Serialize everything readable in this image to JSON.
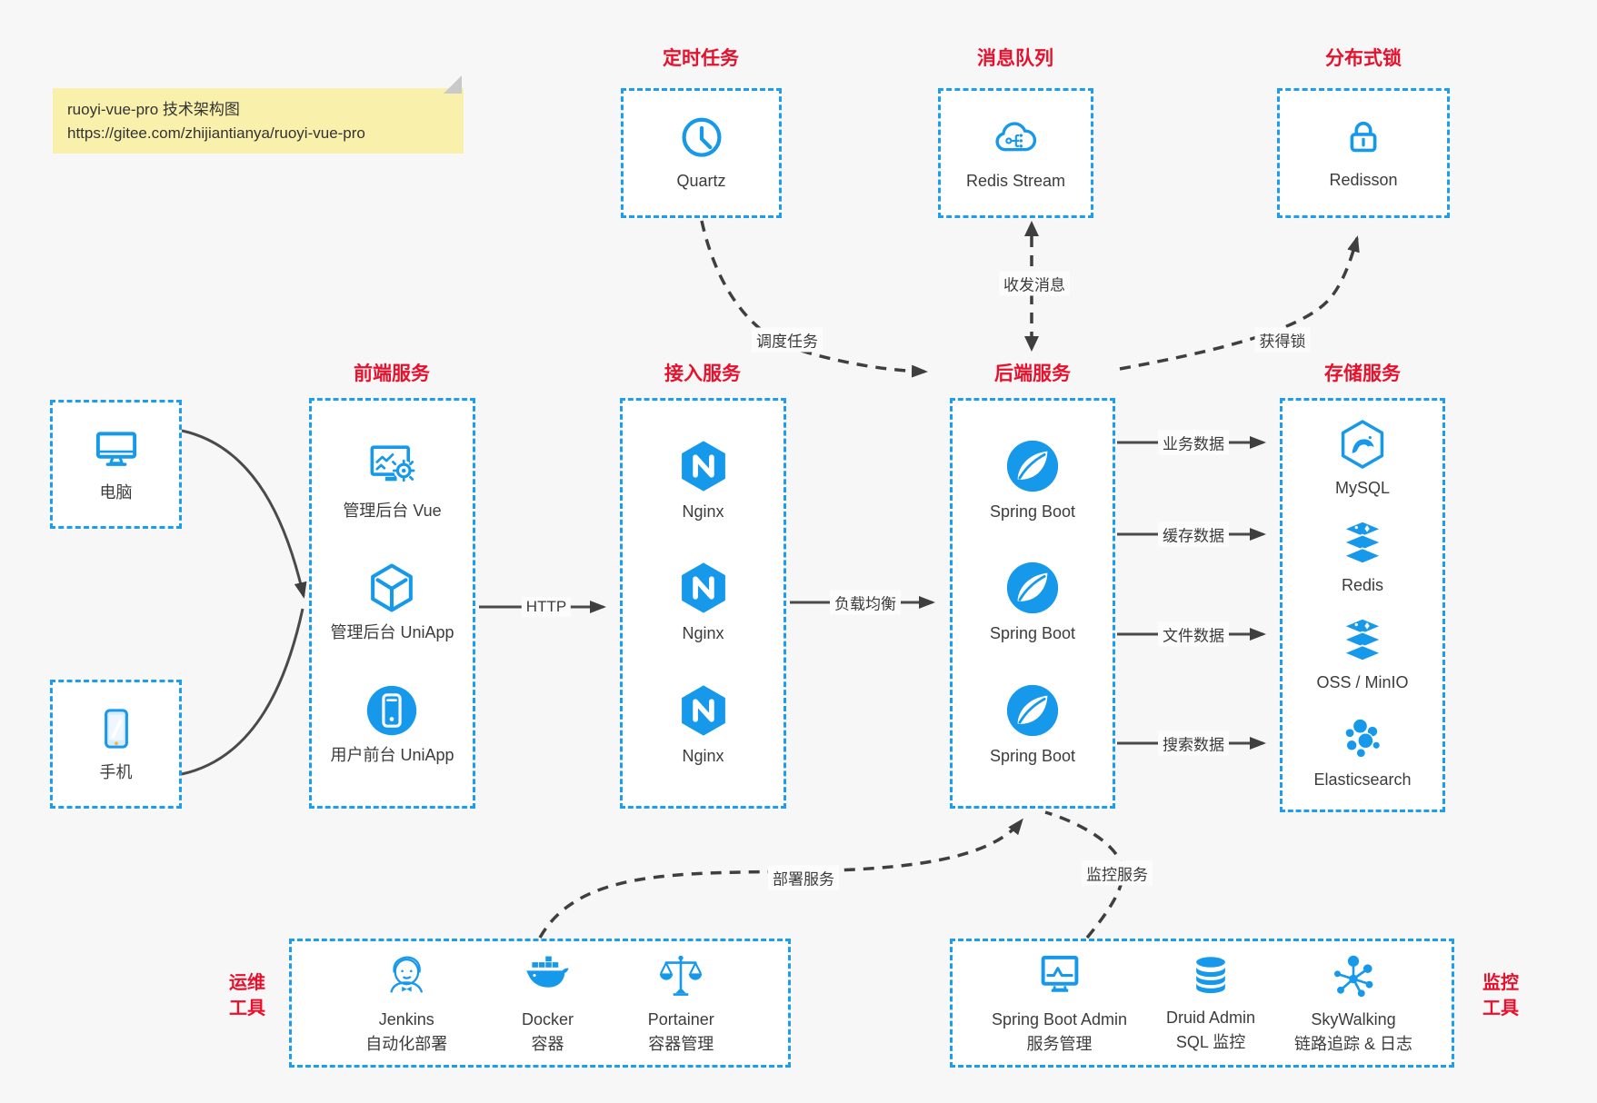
{
  "note": {
    "line1": "ruoyi-vue-pro 技术架构图",
    "line2": "https://gitee.com/zhijiantianya/ruoyi-vue-pro"
  },
  "colors": {
    "accent_blue": "#1699ea",
    "title_red": "#e8112d",
    "arrow_dark": "#3f3f3f",
    "note_yellow": "#f9f0ac",
    "canvas_bg": "#f7f7f7"
  },
  "top": [
    {
      "title": "定时任务",
      "icon": "clock-icon",
      "label": "Quartz"
    },
    {
      "title": "消息队列",
      "icon": "cloud-stream-icon",
      "label": "Redis Stream"
    },
    {
      "title": "分布式锁",
      "icon": "lock-icon",
      "label": "Redisson"
    }
  ],
  "clients": [
    {
      "icon": "desktop-icon",
      "label": "电脑"
    },
    {
      "icon": "phone-icon",
      "label": "手机"
    }
  ],
  "cols": [
    {
      "title": "前端服务",
      "items": [
        {
          "icon": "admin-vue-icon",
          "label": "管理后台 Vue"
        },
        {
          "icon": "uniapp-cube-icon",
          "label": "管理后台 UniApp"
        },
        {
          "icon": "user-app-icon",
          "label": "用户前台 UniApp"
        }
      ]
    },
    {
      "title": "接入服务",
      "items": [
        {
          "icon": "nginx-icon",
          "label": "Nginx"
        },
        {
          "icon": "nginx-icon",
          "label": "Nginx"
        },
        {
          "icon": "nginx-icon",
          "label": "Nginx"
        }
      ]
    },
    {
      "title": "后端服务",
      "items": [
        {
          "icon": "spring-boot-icon",
          "label": "Spring Boot"
        },
        {
          "icon": "spring-boot-icon",
          "label": "Spring Boot"
        },
        {
          "icon": "spring-boot-icon",
          "label": "Spring Boot"
        }
      ]
    },
    {
      "title": "存储服务",
      "items": [
        {
          "icon": "mysql-icon",
          "label": "MySQL"
        },
        {
          "icon": "redis-icon",
          "label": "Redis"
        },
        {
          "icon": "oss-minio-icon",
          "label": "OSS / MinIO"
        },
        {
          "icon": "elasticsearch-icon",
          "label": "Elasticsearch"
        }
      ]
    }
  ],
  "edges": {
    "http": "HTTP",
    "lb": "负载均衡",
    "schedule": "调度任务",
    "msg": "收发消息",
    "lock": "获得锁",
    "business": "业务数据",
    "cache": "缓存数据",
    "file": "文件数据",
    "search": "搜索数据",
    "deploy": "部署服务",
    "monitor": "监控服务"
  },
  "ops": {
    "side": [
      "运维",
      "工具"
    ],
    "items": [
      {
        "icon": "jenkins-icon",
        "line1": "Jenkins",
        "line2": "自动化部署"
      },
      {
        "icon": "docker-icon",
        "line1": "Docker",
        "line2": "容器"
      },
      {
        "icon": "portainer-icon",
        "line1": "Portainer",
        "line2": "容器管理"
      }
    ]
  },
  "mon": {
    "side": [
      "监控",
      "工具"
    ],
    "items": [
      {
        "icon": "spring-boot-admin-icon",
        "line1": "Spring Boot Admin",
        "line2": "服务管理"
      },
      {
        "icon": "druid-icon",
        "line1": "Druid Admin",
        "line2": "SQL 监控"
      },
      {
        "icon": "skywalking-icon",
        "line1": "SkyWalking",
        "line2": "链路追踪 & 日志"
      }
    ]
  }
}
